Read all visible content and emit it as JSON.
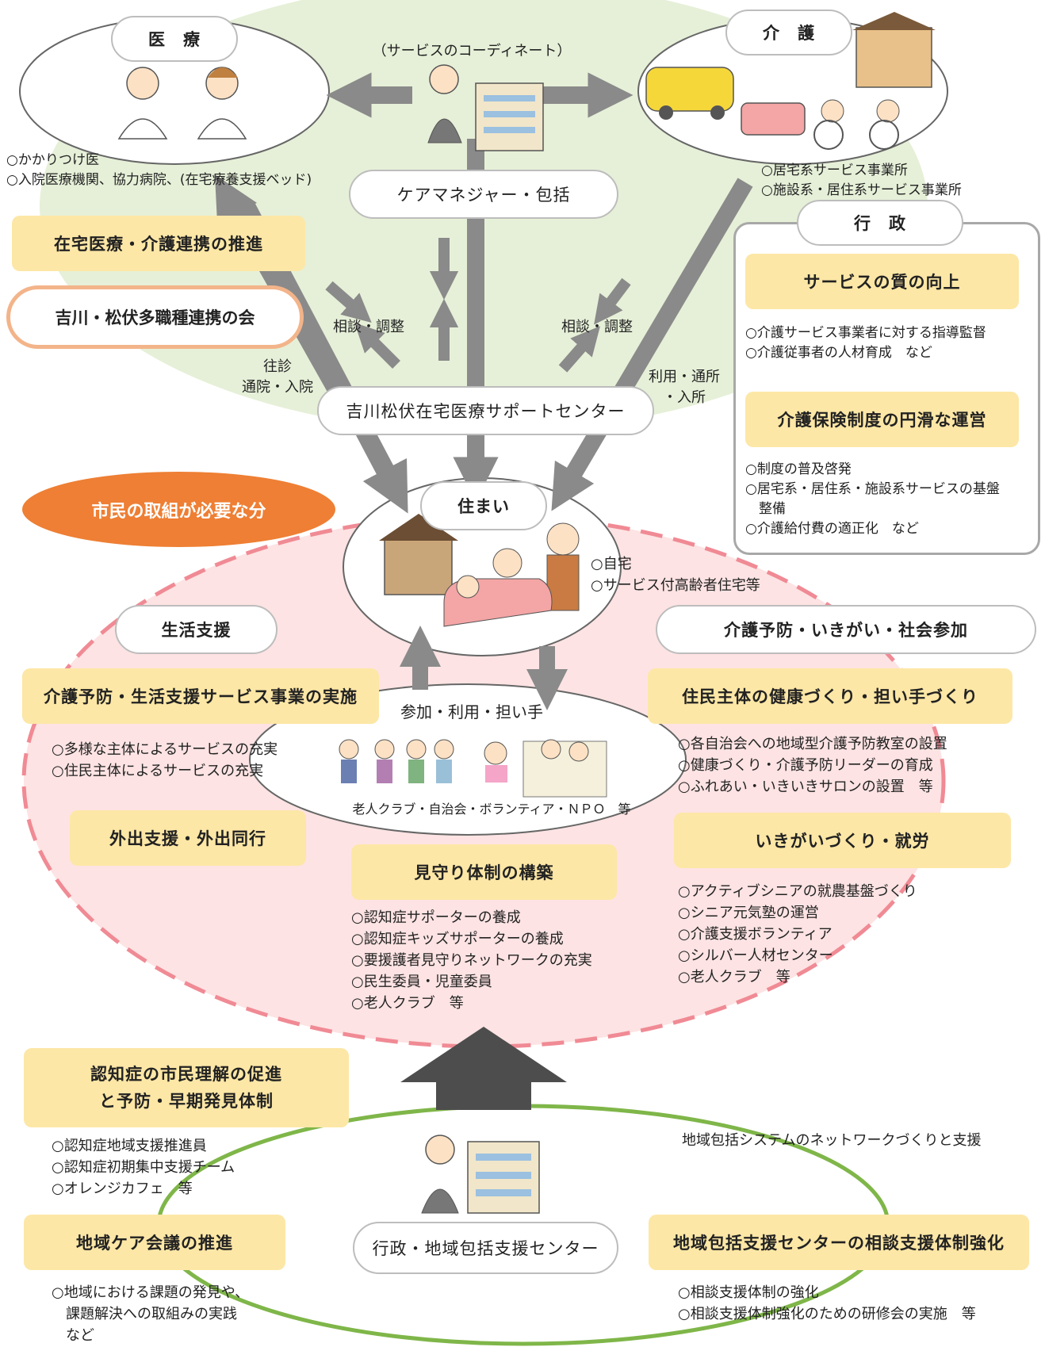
{
  "medical": {
    "title": "医　療",
    "items": "○かかりつけ医\n○入院医療機関、協力病院、(在宅療養支援ベッド)"
  },
  "care": {
    "title": "介　護",
    "items": "○居宅系サービス事業所\n○施設系・居住系サービス事業所"
  },
  "coordination": {
    "caption": "（サービスのコーディネート）",
    "care_manager": "ケアマネジャー・包括",
    "consult_left": "相談・調整",
    "consult_right": "相談・調整",
    "visit": "往診\n通院・入院",
    "use": "利用・通所\n・入所",
    "support_center": "吉川松伏在宅医療サポートセンター"
  },
  "left_panels": {
    "home_care_promotion": "在宅医療・介護連携の推進",
    "multi_profession": "吉川・松伏多職種連携の会"
  },
  "admin": {
    "title": "行　政",
    "quality": "サービスの質の向上",
    "quality_items": "○介護サービス事業者に対する指導監督\n○介護従事者の人材育成　など",
    "insurance": "介護保険制度の円滑な運営",
    "insurance_items": "○制度の普及啓発\n○居宅系・居住系・施設系サービスの基盤\n　整備\n○介護給付費の適正化　など"
  },
  "citizens": {
    "label": "市民の取組が必要な分"
  },
  "housing": {
    "title": "住まい",
    "items": "○自宅\n○サービス付高齢者住宅等"
  },
  "life_support": {
    "title": "生活支援",
    "service": "介護予防・生活支援サービス事業の実施",
    "service_items": "○多様な主体によるサービスの充実\n○住民主体によるサービスの充実",
    "outing": "外出支援・外出同行"
  },
  "participation": {
    "title": "参加・利用・担い手",
    "caption": "老人クラブ・自治会・ボランティア・ＮＰＯ　等"
  },
  "watch": {
    "title": "見守り体制の構築",
    "items": "○認知症サポーターの養成\n○認知症キッズサポーターの養成\n○要援護者見守りネットワークの充実\n○民生委員・児童委員\n○老人クラブ　等"
  },
  "prevention": {
    "title": "介護予防・いきがい・社会参加",
    "health": "住民主体の健康づくり・担い手づくり",
    "health_items": "○各自治会への地域型介護予防教室の設置\n○健康づくり・介護予防リーダーの育成\n○ふれあい・いきいきサロンの設置　等",
    "ikigai": "いきがいづくり・就労",
    "ikigai_items": "○アクティブシニアの就農基盤づくり\n○シニア元気塾の運営\n○介護支援ボランティア\n○シルバー人材センター\n○老人クラブ　等"
  },
  "dementia": {
    "title": "認知症の市民理解の促進\nと予防・早期発見体制",
    "items": "○認知症地域支援推進員\n○認知症初期集中支援チーム\n○オレンジカフェ　等"
  },
  "community_care": {
    "title": "地域ケア会議の推進",
    "items": "○地域における課題の発見や、\n　課題解決への取組みの実践\n　など"
  },
  "admin_center": {
    "label": "行政・地域包括支援センター",
    "network": "地域包括システムのネットワークづくりと支援"
  },
  "consult_system": {
    "title": "地域包括支援センターの相談支援体制強化",
    "items": "○相談支援体制の強化\n○相談支援体制強化のための研修会の実施　等"
  },
  "colors": {
    "green_area": "#e6f0d8",
    "pink_area": "#fde3e3",
    "dash": "#f08a94",
    "green_ring": "#7fb649",
    "yellow_box": "#fde7a6",
    "orange": "#ee7f34",
    "arrow": "#8a8a8a"
  }
}
